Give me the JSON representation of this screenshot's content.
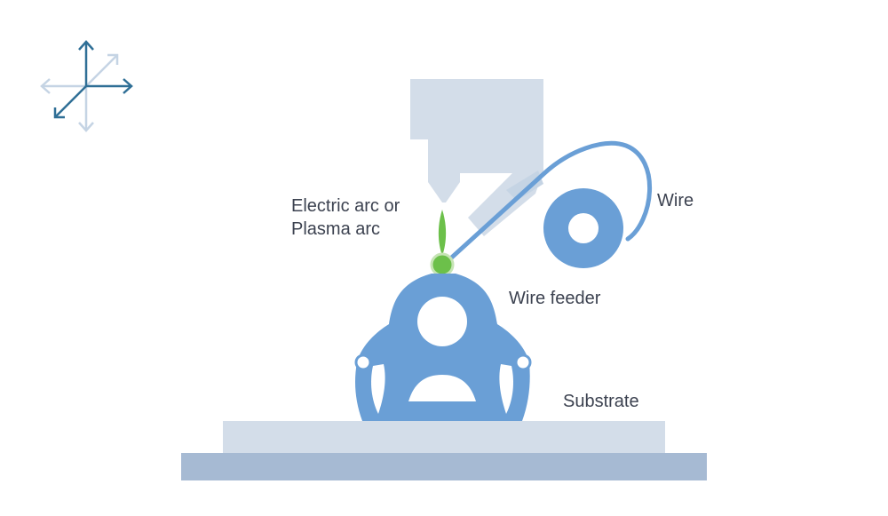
{
  "labels": {
    "arc_line1": "Electric arc or",
    "arc_line2": "Plasma arc",
    "wire": "Wire",
    "wire_feeder": "Wire feeder",
    "substrate": "Substrate"
  },
  "colors": {
    "part_blue": "#6a9fd6",
    "light_gray_blue": "#d3dde9",
    "dark_plate": "#a6bad3",
    "arc_green": "#6cc04a",
    "axis_dark": "#2f6f96",
    "axis_light": "#c5d4e4",
    "text": "#3c4250"
  },
  "icons": {
    "axes": "xyz-axes-icon"
  }
}
